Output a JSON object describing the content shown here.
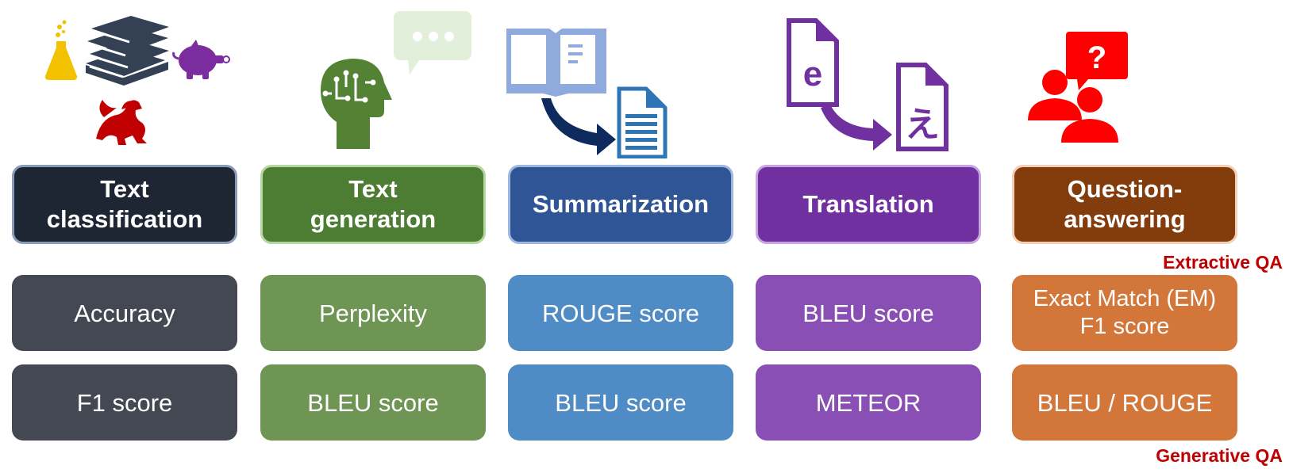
{
  "columns": [
    {
      "task": "Text\nclassification",
      "metrics": [
        "Accuracy",
        "F1 score"
      ],
      "colors": {
        "task_fill": "#1f2633",
        "task_border": "#8a9bb8",
        "metric_fill": "#444852"
      },
      "icons": [
        "flask-icon",
        "books-icon",
        "piggy-bank-icon",
        "dragon-icon"
      ]
    },
    {
      "task": "Text\ngeneration",
      "metrics": [
        "Perplexity",
        "BLEU score"
      ],
      "colors": {
        "task_fill": "#4d7c33",
        "task_border": "#b4d6a0",
        "metric_fill": "#6e9553"
      },
      "icons": [
        "ai-head-icon",
        "speech-bubble-icon"
      ]
    },
    {
      "task": "Summarization",
      "metrics": [
        "ROUGE score",
        "BLEU score"
      ],
      "colors": {
        "task_fill": "#2f5597",
        "task_border": "#9fb6dd",
        "metric_fill": "#4f8bc4"
      },
      "icons": [
        "open-book-icon",
        "curved-arrow-icon",
        "document-icon"
      ]
    },
    {
      "task": "Translation",
      "metrics": [
        "BLEU score",
        "METEOR"
      ],
      "colors": {
        "task_fill": "#7030a0",
        "task_border": "#c6a4e0",
        "metric_fill": "#8a4fb5"
      },
      "icons": [
        "document-e-icon",
        "curved-arrow-icon",
        "document-e-japanese-icon"
      ]
    },
    {
      "task": "Question-\nanswering",
      "metrics": [
        "Exact Match (EM)\nF1 score",
        "BLEU / ROUGE"
      ],
      "colors": {
        "task_fill": "#833c0c",
        "task_border": "#f4cfb8",
        "metric_fill": "#d2763a"
      },
      "icons": [
        "people-question-icon"
      ]
    }
  ],
  "qa_notes": {
    "extractive": "Extractive QA",
    "generative": "Generative QA"
  },
  "icon_glyphs": {
    "translation_source": "e",
    "translation_target": "え"
  }
}
